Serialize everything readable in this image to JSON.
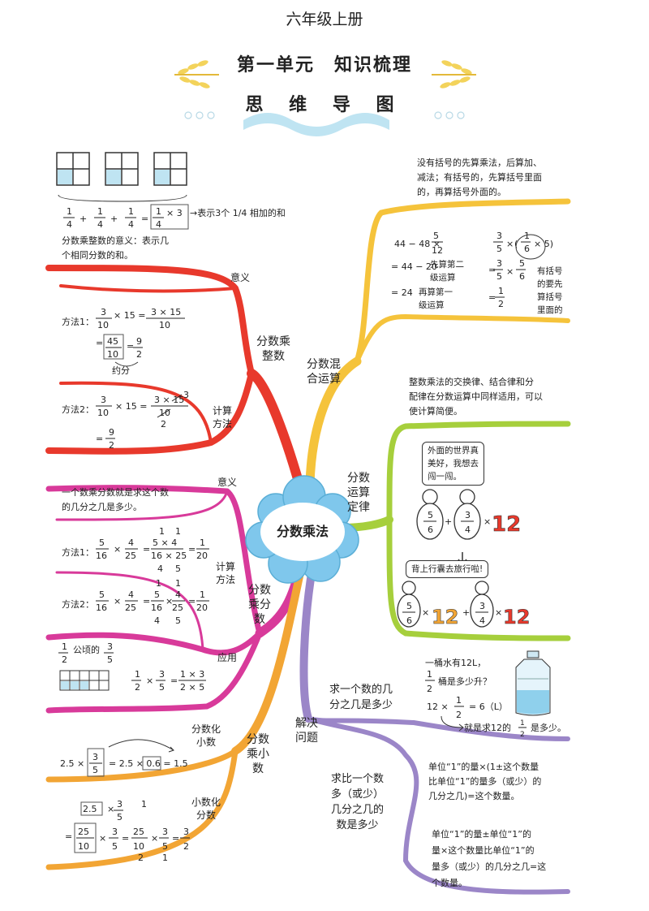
{
  "header": {
    "grade": "六年级上册",
    "unit_title": "第一单元　知识梳理",
    "mindmap_title": "思 维 导 图"
  },
  "center": "分数乘法",
  "branches": {
    "fraction_times_int": "分数乘\n整数",
    "fraction_times_fraction": "分数\n乘分\n数",
    "fraction_times_decimal": "分数\n乘小\n数",
    "mixed_operations": "分数混\n合运算",
    "operation_laws": "分数\n运算\n定律",
    "problem_solving": "解决\n问题"
  },
  "sub_branches": {
    "meaning_1": "意义",
    "calc_method_1": "计算\n方法",
    "meaning_2": "意义",
    "calc_method_2": "计算\n方法",
    "application": "应用",
    "frac_to_dec": "分数化\n小数",
    "dec_to_frac": "小数化\n分数",
    "part_of_number": "求一个数的几\n分之几是多少",
    "more_less": "求比一个数\n多（或少）\n几分之几的\n数是多少"
  },
  "notes": {
    "repeated_add_meaning": "→表示3个 1/4 相加的和",
    "int_meaning": "分数乘整数的意义：表示几\n个相同分数的和。",
    "method1_label": "方法1：",
    "method2_label": "方法2：",
    "reduce_label": "约分",
    "ff_meaning": "一个数乘分数就是求这个数\n的几分之几是多少。",
    "half_of": "公顷的",
    "mixed_rule": "没有括号的先算乘法，后算加、\n减法；有括号的，先算括号里面\n的，再算括号外面的。",
    "step1_note": "先算第二\n级运算",
    "step2_note": "再算第一\n级运算",
    "bracket_note": "有括号\n的要先\n算括号\n里面的",
    "laws_rule": "整数乘法的交换律、结合律和分\n配律在分数运算中同样适用，可以\n使计算简便。",
    "bubble1": "外面的世界真\n美好，我想去\n闯一闯。",
    "bubble2": "背上行囊去旅行啦!",
    "bucket_q1": "一桶水有12L，",
    "bucket_q2": "桶是多少升？",
    "bucket_ans": "就是求12的",
    "bucket_ans2": "是多少。",
    "rule_a": "单位“1”的量×(1±这个数量\n比单位“1”的量多（或少）的\n几分之几)=这个数量。",
    "rule_b": "单位“1”的量±单位“1”的\n量×这个数量比单位“1”的\n量多（或少）的几分之几=这\n个数量。"
  },
  "math": {
    "e1": "× 3",
    "e2": "× 15 =",
    "e3": "3 × 15",
    "e4": "45",
    "e5": "10",
    "e6": "44 − 48 ×",
    "e7": "= 44 − 20",
    "e8": "= 24",
    "e9": "12 ×",
    "e10": "= 6（L）",
    "e11": "2.5 ×",
    "e12": "= 2.5 × 0.6 = 1.5"
  },
  "colors": {
    "red": "#e8392c",
    "magenta": "#d83a9a",
    "orange": "#f2a534",
    "yellow": "#f5c33b",
    "green": "#a6cf3c",
    "purple": "#9b86c8",
    "cloud": "#7fc7ec",
    "wheat": "#f3d35b"
  }
}
